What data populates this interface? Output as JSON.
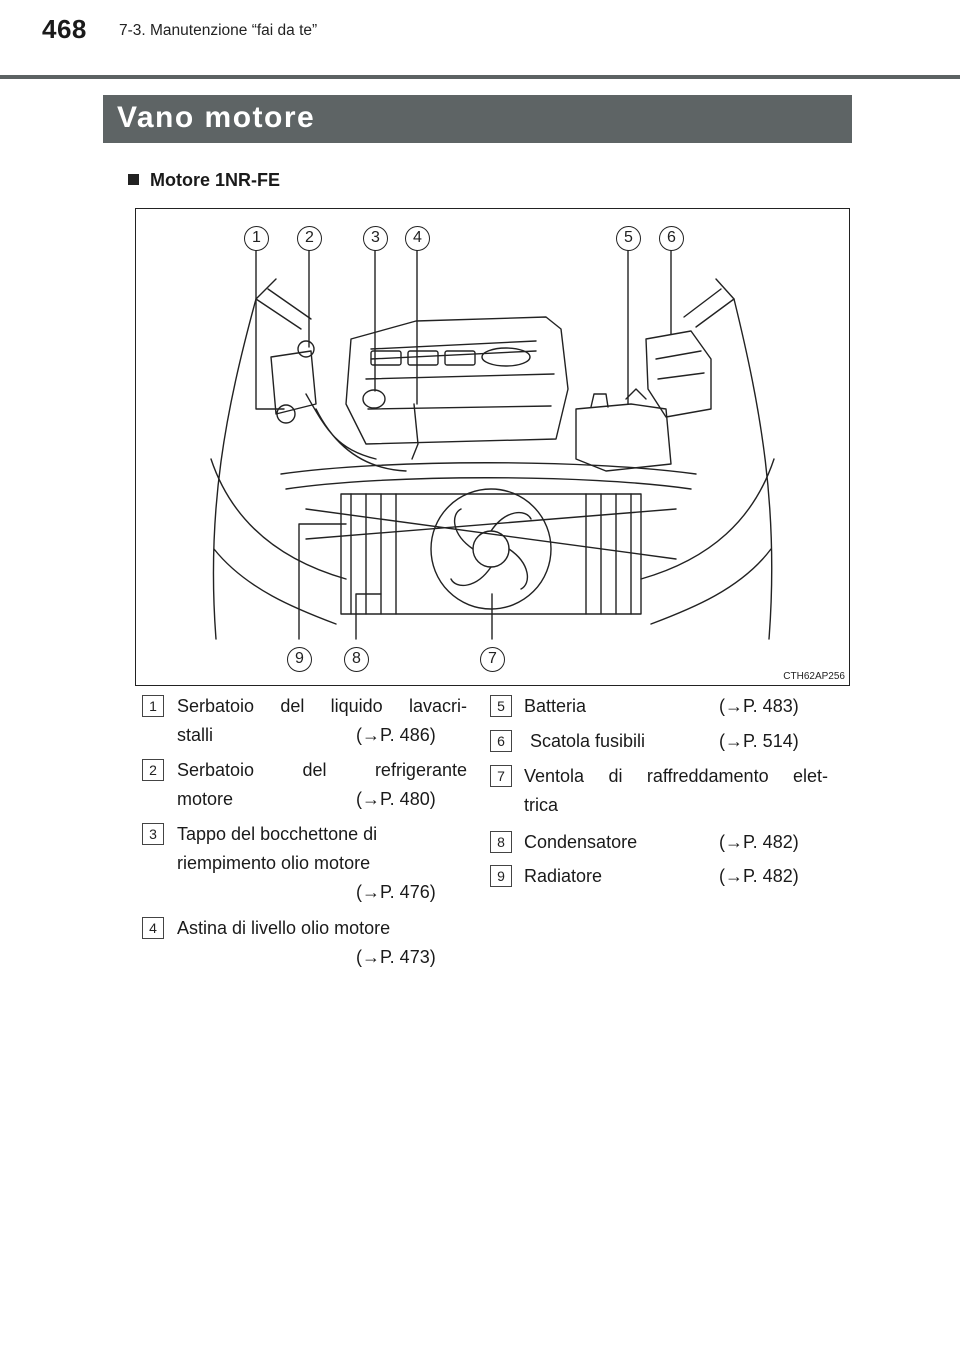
{
  "header": {
    "page_number": "468",
    "section_path": "7-3. Manutenzione “fai da te”"
  },
  "title": "Vano motore",
  "subheading": "Motore 1NR-FE",
  "figure": {
    "code": "CTH62AP256",
    "callouts": [
      "1",
      "2",
      "3",
      "4",
      "5",
      "6",
      "7",
      "8",
      "9"
    ]
  },
  "legend": {
    "item1": {
      "num": "1",
      "line1_words": [
        "Serbatoio",
        "del",
        "liquido",
        "lavacri-"
      ],
      "line2": "stalli",
      "ref": "(→P. 486)"
    },
    "item2": {
      "num": "2",
      "line1_words": [
        "Serbatoio",
        "del",
        "refrigerante"
      ],
      "line2": "motore",
      "ref": "(→P. 480)"
    },
    "item3": {
      "num": "3",
      "line1": "Tappo del bocchettone di",
      "line2": "riempimento olio motore",
      "ref": "(→P. 476)"
    },
    "item4": {
      "num": "4",
      "line1": "Astina di livello olio motore",
      "ref": "(→P. 473)"
    },
    "item5": {
      "num": "5",
      "text": "Batteria",
      "ref": "(→P. 483)"
    },
    "item6": {
      "num": "6",
      "text": "Scatola fusibili",
      "ref": "(→P. 514)"
    },
    "item7": {
      "num": "7",
      "line1_words": [
        "Ventola",
        "di",
        "raffreddamento",
        "elet-"
      ],
      "line2": "trica"
    },
    "item8": {
      "num": "8",
      "text": "Condensatore",
      "ref": "(→P. 482)"
    },
    "item9": {
      "num": "9",
      "text": "Radiatore",
      "ref": "(→P. 482)"
    }
  }
}
